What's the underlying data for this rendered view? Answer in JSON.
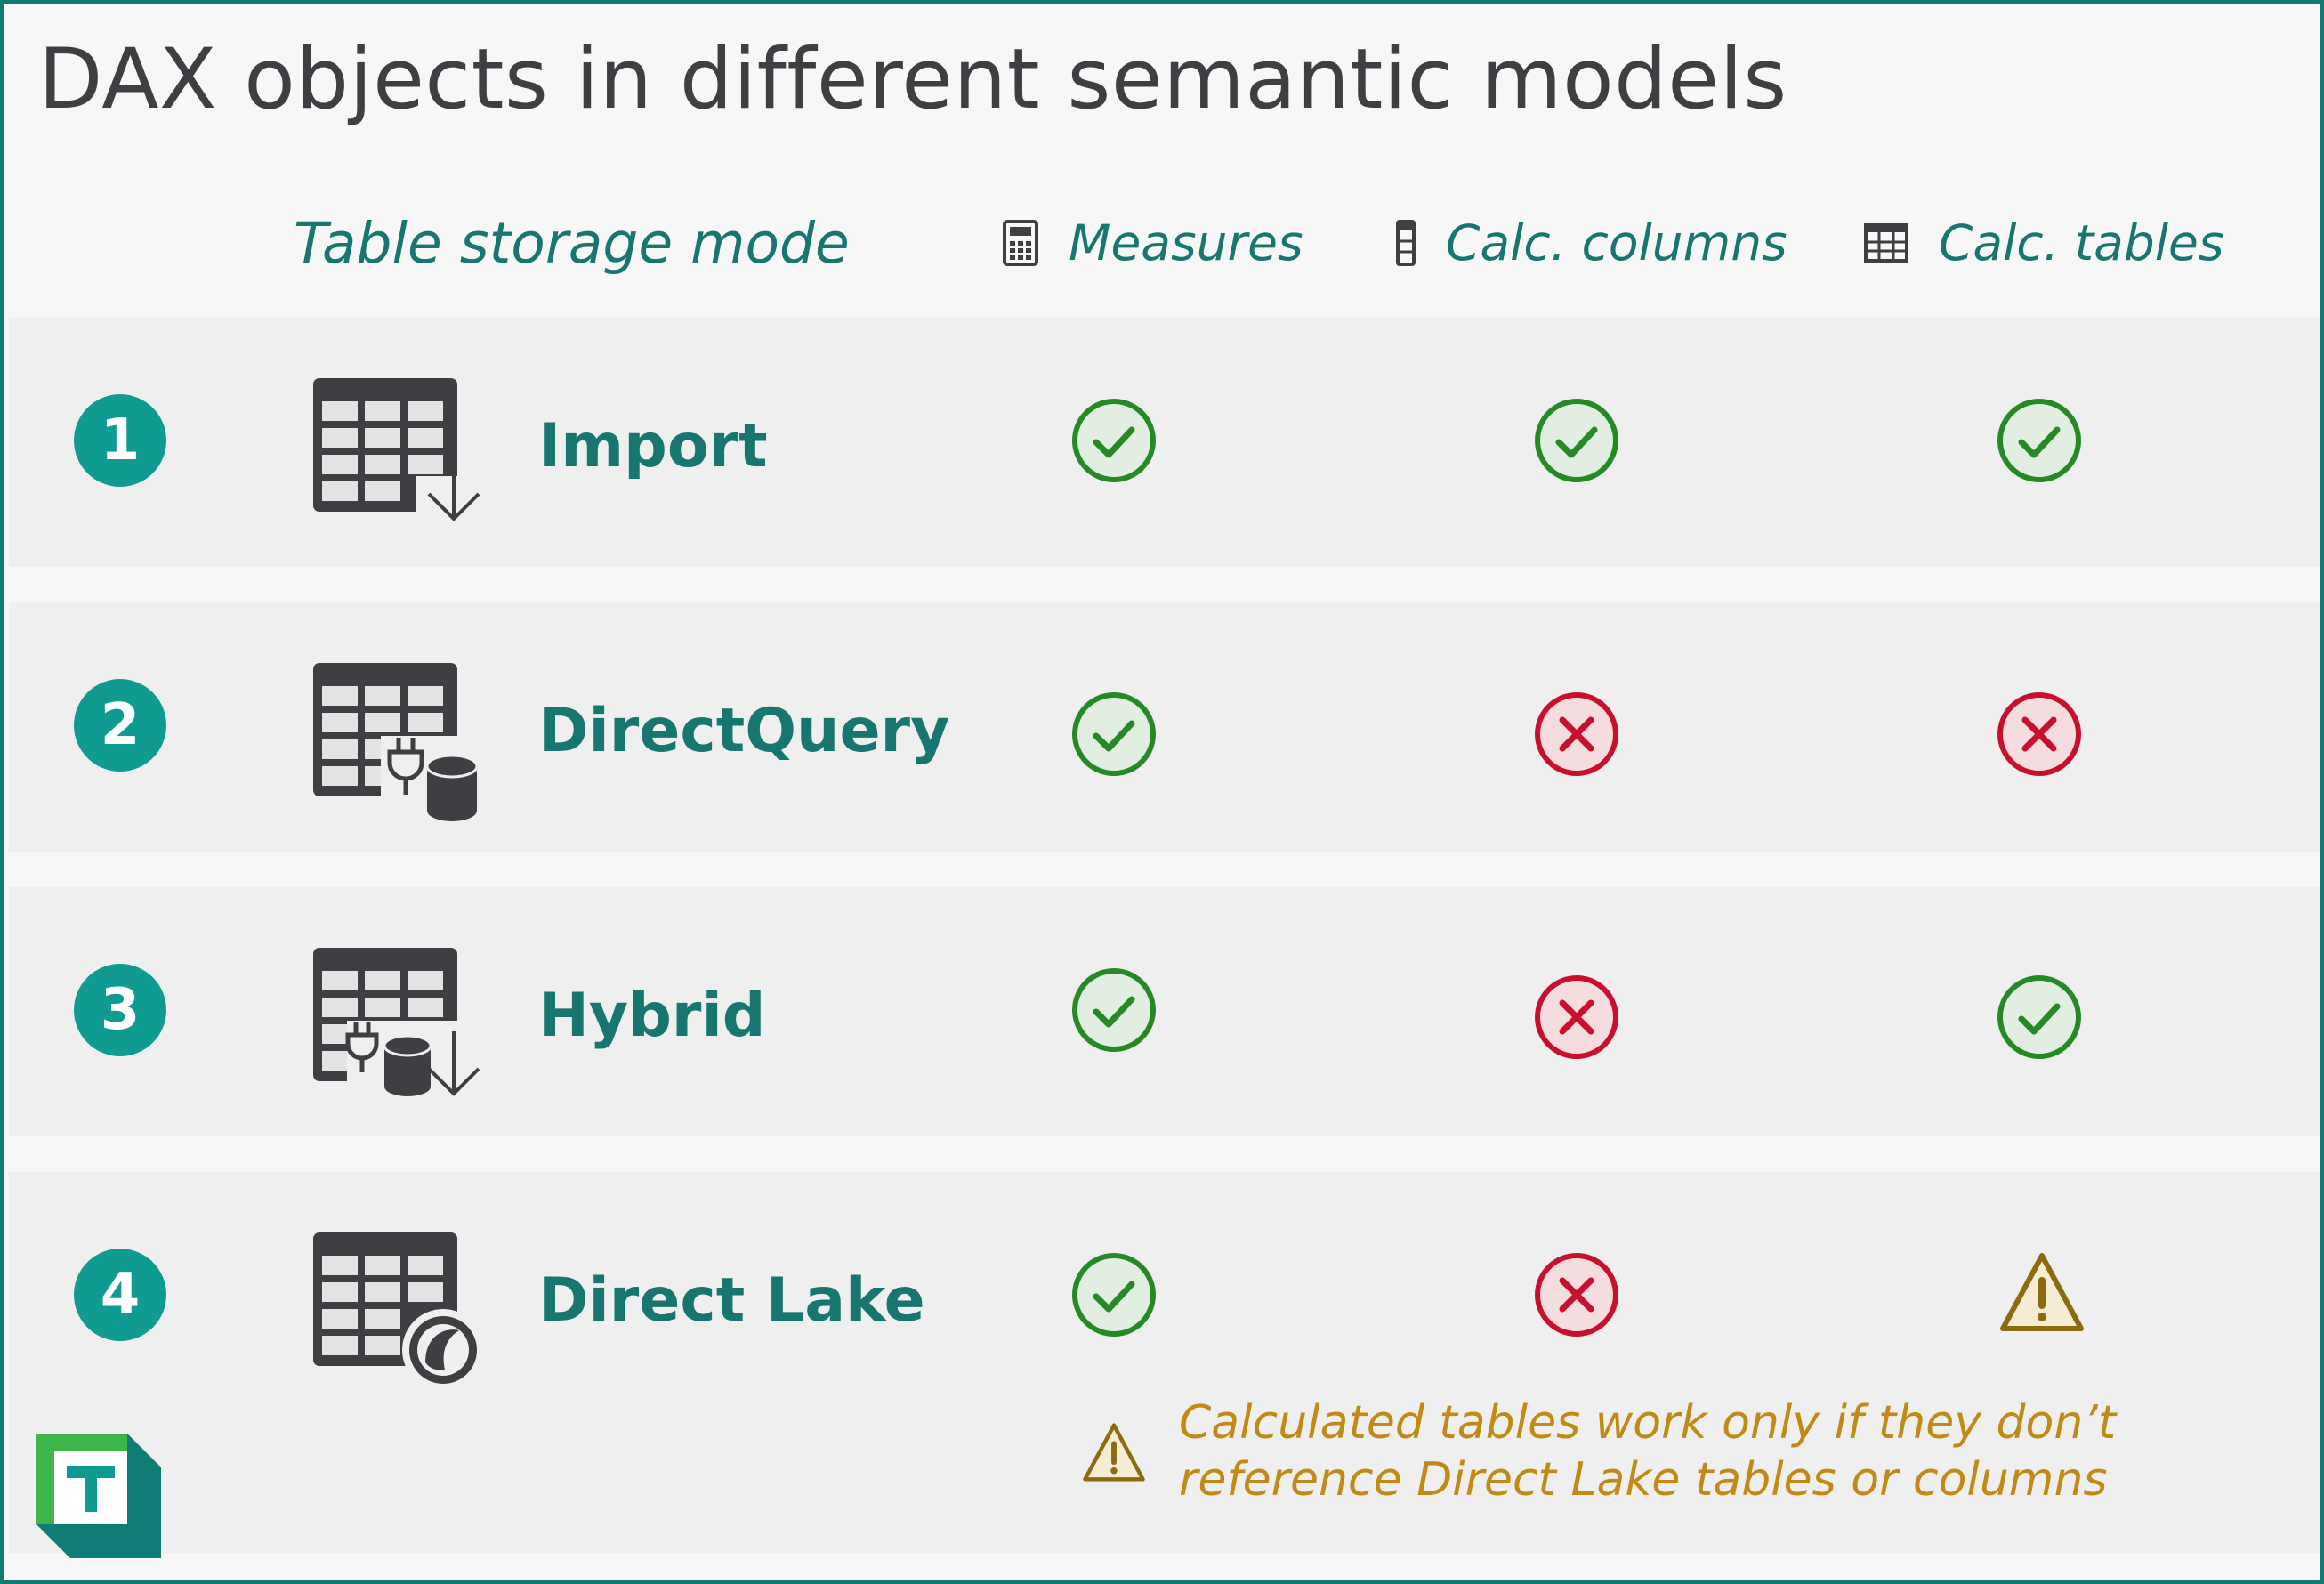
{
  "title": "DAX objects in different semantic models",
  "columns": {
    "storage_mode": "Table storage mode",
    "measures": "Measures",
    "calc_columns": "Calc. columns",
    "calc_tables": "Calc. tables"
  },
  "rows": [
    {
      "number": "1",
      "mode": "Import",
      "icon": "table-import-icon",
      "measures": "supported",
      "calc_columns": "supported",
      "calc_tables": "supported"
    },
    {
      "number": "2",
      "mode": "DirectQuery",
      "icon": "table-directquery-icon",
      "measures": "supported",
      "calc_columns": "not-supported",
      "calc_tables": "not-supported"
    },
    {
      "number": "3",
      "mode": "Hybrid",
      "icon": "table-hybrid-icon",
      "measures": "supported",
      "calc_columns": "not-supported",
      "calc_tables": "supported"
    },
    {
      "number": "4",
      "mode": "Direct Lake",
      "icon": "table-directlake-icon",
      "measures": "supported",
      "calc_columns": "not-supported",
      "calc_tables": "warning"
    }
  ],
  "note": {
    "line1": "Calculated tables work only if they don’t",
    "line2": "reference Direct Lake tables or columns"
  },
  "colors": {
    "accent": "#17766f",
    "badge": "#0f9b92",
    "check": "#258a25",
    "cross": "#c8102e",
    "warning": "#8c6a10",
    "note": "#c08a14"
  }
}
